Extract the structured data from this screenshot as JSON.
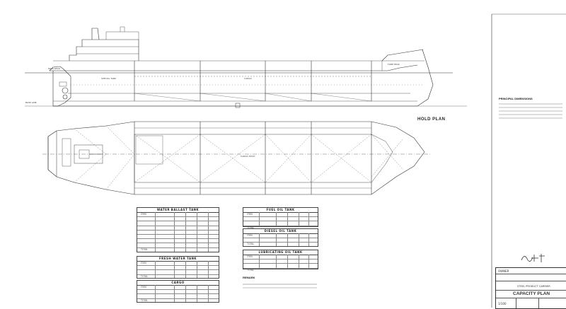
{
  "labels": {
    "hold_plan": "HOLD PLAN",
    "principal_dimensions": "PRINCIPAL DIMENSIONS",
    "remark": "REMARK",
    "capacity_plan": "CAPACITY PLAN",
    "ship_type": "STEEL PRODUCT CARRIER"
  },
  "tables": {
    "water_ballast": "WATER BALLAST TANK",
    "fresh_water": "FRESH WATER TANK",
    "cargo": "CARGO",
    "fuel_oil": "FUEL OIL TANK",
    "diesel_oil": "DIESEL OIL TANK",
    "lubricating_oil": "LUBRICATING OIL TANK"
  },
  "table_header": {
    "item": "ITEM",
    "total": "TOTAL"
  },
  "title_block": {
    "owner": "OWNER",
    "drawing": "CAPACITY PLAN",
    "scale": "1/100"
  },
  "colors": {
    "line": "#333333",
    "paper": "#ffffff"
  }
}
